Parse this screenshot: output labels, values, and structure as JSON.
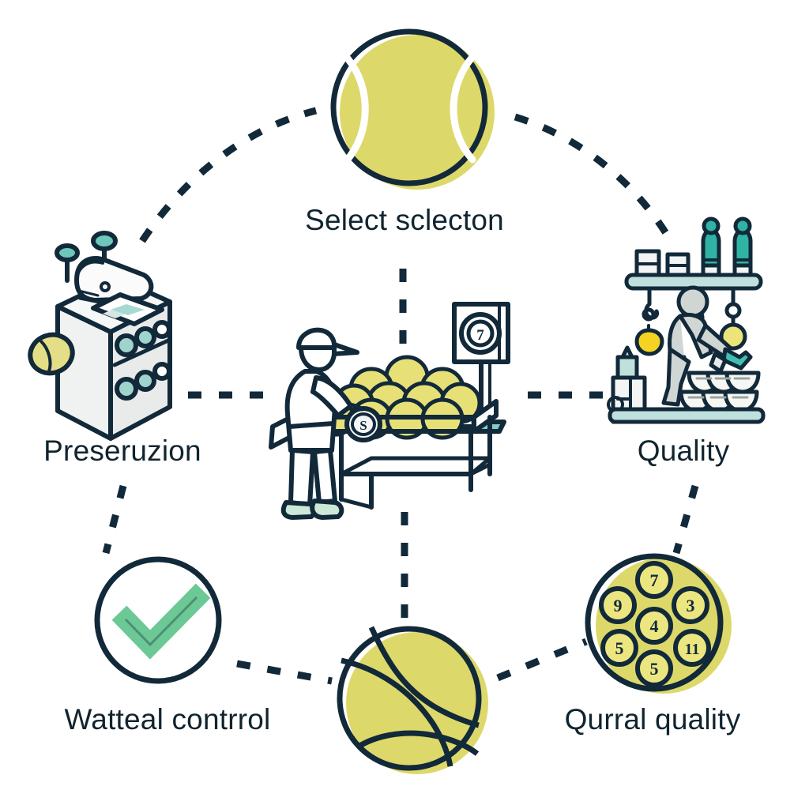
{
  "diagram": {
    "title_visible": false,
    "background_color": "#ffffff",
    "palette": {
      "ink": "#10242f",
      "yellow": "#ddd86a",
      "yellow_light": "#efe98f",
      "teal": "#3fbfb0",
      "teal_light": "#bfe3de",
      "green_check": "#6cc894",
      "grey_light": "#eceeed",
      "grey_mid": "#c9cfcd",
      "white": "#ffffff"
    },
    "nodes": [
      {
        "id": "top",
        "label": "Select sclecton",
        "icon": "tennis-ball-icon",
        "position": "top-center"
      },
      {
        "id": "left",
        "label": "Preseruzion",
        "icon": "processing-machine-icon",
        "position": "middle-left"
      },
      {
        "id": "right",
        "label": "Quality",
        "icon": "packing-shelf-icon",
        "position": "middle-right"
      },
      {
        "id": "bottom-left",
        "label": "Watteal contrrol",
        "icon": "checkmark-circle-icon",
        "position": "bottom-left"
      },
      {
        "id": "bottom-right",
        "label": "Qurral quality",
        "icon": "numbered-cluster-circle-icon",
        "position": "bottom-right"
      },
      {
        "id": "bottom-center",
        "label": "",
        "icon": "seamed-ball-icon",
        "position": "bottom-center"
      },
      {
        "id": "center",
        "label": "",
        "icon": "worker-sorting-table-icon",
        "position": "center"
      }
    ],
    "center_scene": {
      "worker": "worker-with-cap-figure",
      "table": "sorting-table",
      "produce_count": 11,
      "sign": {
        "icon": "target-sign-icon",
        "glyph": "7"
      },
      "scale": "weighing-scale-icon"
    },
    "cluster_circle": {
      "tokens": [
        "7",
        "9",
        "3",
        "4",
        "5",
        "5",
        "11"
      ]
    },
    "connectors": [
      {
        "from": "left",
        "to": "top",
        "style": "dashed-curve"
      },
      {
        "from": "top",
        "to": "right",
        "style": "dashed-curve"
      },
      {
        "from": "top",
        "to": "center",
        "style": "dashed-vertical"
      },
      {
        "from": "left",
        "to": "center",
        "style": "dashed-horizontal"
      },
      {
        "from": "center",
        "to": "right",
        "style": "dashed-horizontal"
      },
      {
        "from": "center",
        "to": "bottom-center",
        "style": "dashed-vertical"
      },
      {
        "from": "left",
        "to": "bottom-left",
        "style": "dashed-diagonal"
      },
      {
        "from": "right",
        "to": "bottom-right",
        "style": "dashed-diagonal"
      },
      {
        "from": "bottom-left",
        "to": "bottom-center",
        "style": "dashed-diagonal"
      },
      {
        "from": "bottom-center",
        "to": "bottom-right",
        "style": "dashed-diagonal"
      }
    ]
  }
}
